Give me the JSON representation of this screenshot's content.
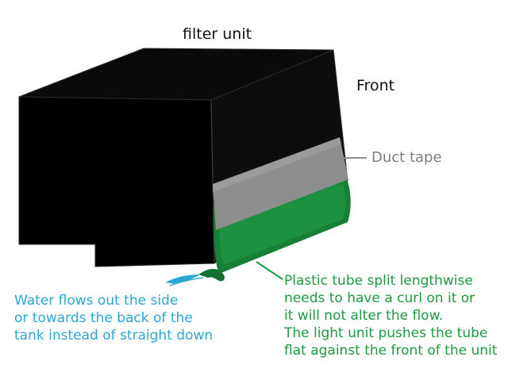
{
  "title": "filter unit",
  "front_label": "Front",
  "duct_tape_label": "Duct tape",
  "water_note": [
    "Water flows out the side",
    "or towards the back of the",
    "tank instead of straight down"
  ],
  "tube_note": [
    "Plastic tube split lengthwise",
    "needs to have a curl on it or",
    "it will not alter the flow.",
    "The light unit pushes the tube",
    "flat against the front of the unit"
  ],
  "colors": {
    "unit": "#0a0a0a",
    "unit_edge": "#2a2a2a",
    "duct_tape": "#8e8e8e",
    "tube": "#178036",
    "tube_light": "#2aa04c",
    "water": "#2ba7d2",
    "tube_text": "#1e9a40",
    "duct_text": "#7d7d7d"
  }
}
